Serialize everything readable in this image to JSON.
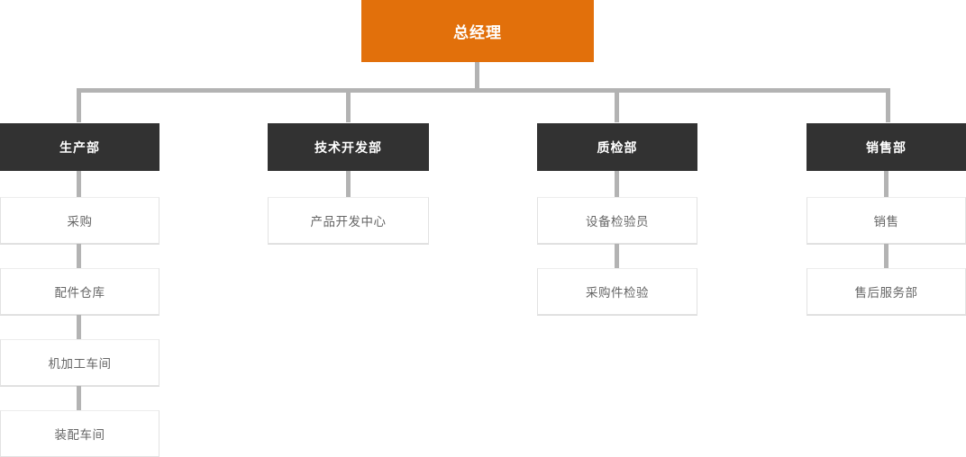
{
  "chart_data": {
    "type": "diagram",
    "diagram_type": "organization-chart",
    "title": "总经理",
    "orientation": "top-down",
    "levels": 4,
    "colors": {
      "root_fill": "#e2700b",
      "root_text": "#ffffff",
      "department_fill": "#323232",
      "department_text": "#ffffff",
      "leaf_fill": "#ffffff",
      "leaf_text": "#666666",
      "leaf_border": "#e2e2e2",
      "connector": "#b3b3b3"
    },
    "nodes": [
      {
        "id": "root",
        "label": "总经理",
        "level": 0,
        "parent": null
      },
      {
        "id": "d1",
        "label": "生产部",
        "level": 1,
        "parent": "root"
      },
      {
        "id": "d2",
        "label": "技术开发部",
        "level": 1,
        "parent": "root"
      },
      {
        "id": "d3",
        "label": "质检部",
        "level": 1,
        "parent": "root"
      },
      {
        "id": "d4",
        "label": "销售部",
        "level": 1,
        "parent": "root"
      },
      {
        "id": "d1c1",
        "label": "采购",
        "level": 2,
        "parent": "d1"
      },
      {
        "id": "d1c2",
        "label": "配件仓库",
        "level": 3,
        "parent": "d1c1"
      },
      {
        "id": "d1c3",
        "label": "机加工车间",
        "level": 4,
        "parent": "d1c2"
      },
      {
        "id": "d1c4",
        "label": "装配车间",
        "level": 5,
        "parent": "d1c3"
      },
      {
        "id": "d2c1",
        "label": "产品开发中心",
        "level": 2,
        "parent": "d2"
      },
      {
        "id": "d3c1",
        "label": "设备检验员",
        "level": 2,
        "parent": "d3"
      },
      {
        "id": "d3c2",
        "label": "采购件检验",
        "level": 3,
        "parent": "d3c1"
      },
      {
        "id": "d4c1",
        "label": "销售",
        "level": 2,
        "parent": "d4"
      },
      {
        "id": "d4c2",
        "label": "售后服务部",
        "level": 3,
        "parent": "d4c1"
      }
    ]
  },
  "root": {
    "label": "总经理"
  },
  "departments": [
    {
      "label": "生产部",
      "children": [
        {
          "label": "采购"
        },
        {
          "label": "配件仓库"
        },
        {
          "label": "机加工车间"
        },
        {
          "label": "装配车间"
        }
      ]
    },
    {
      "label": "技术开发部",
      "children": [
        {
          "label": "产品开发中心"
        }
      ]
    },
    {
      "label": "质检部",
      "children": [
        {
          "label": "设备检验员"
        },
        {
          "label": "采购件检验"
        }
      ]
    },
    {
      "label": "销售部",
      "children": [
        {
          "label": "销售"
        },
        {
          "label": "售后服务部"
        }
      ]
    }
  ]
}
